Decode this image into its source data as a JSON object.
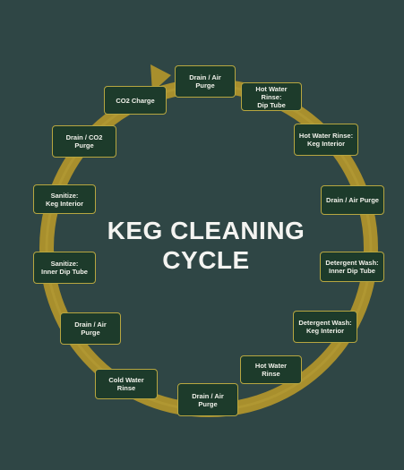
{
  "diagram": {
    "title_line1": "KEG CLEANING",
    "title_line2": "CYCLE",
    "colors": {
      "background": "#2f4645",
      "ring": "#a88f2d",
      "box_fill": "#1d3b2b",
      "box_border": "#b7a640",
      "text": "#f1f1ea"
    },
    "steps": [
      "Drain / Air\nPurge",
      "Hot Water Rinse:\nDip Tube",
      "Hot Water Rinse:\nKeg Interior",
      "Drain / Air Purge",
      "Detergent Wash:\nInner Dip Tube",
      "Detergent Wash:\nKeg Interior",
      "Hot Water\nRinse",
      "Drain / Air\nPurge",
      "Cold Water\nRinse",
      "Drain / Air\nPurge",
      "Sanitize:\nInner Dip Tube",
      "Sanitize:\nKeg Interior",
      "Drain / CO2\nPurge",
      "CO2 Charge"
    ]
  }
}
